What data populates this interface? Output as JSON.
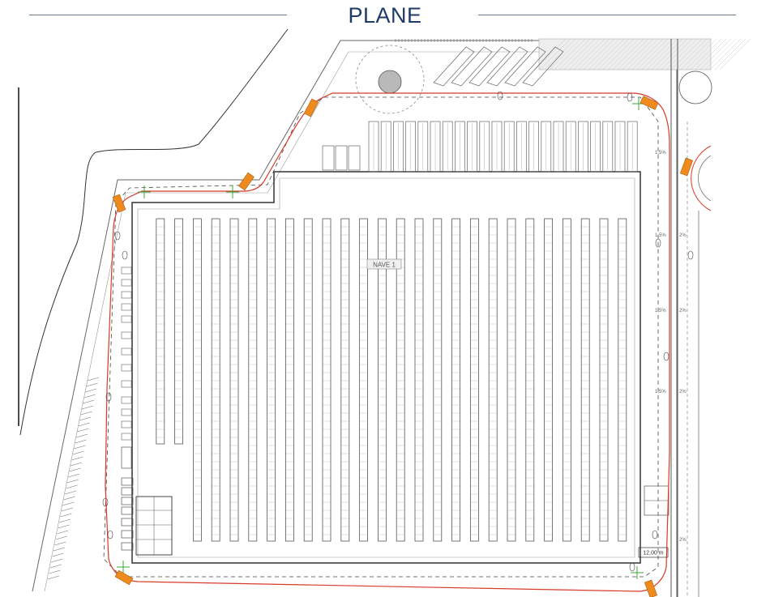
{
  "header": {
    "title": "PLANE"
  },
  "plan": {
    "hall_label": "NAVE 1",
    "dim_label": "12,00 m",
    "slope_labels": [
      "1,5%",
      "1,5%",
      "1,5%",
      "1,5%",
      "2%",
      "2%",
      "2%",
      "2%"
    ],
    "route_color": "#d83a2a",
    "vehicle_color": "#ef8b1d",
    "line_color": "#555555"
  }
}
